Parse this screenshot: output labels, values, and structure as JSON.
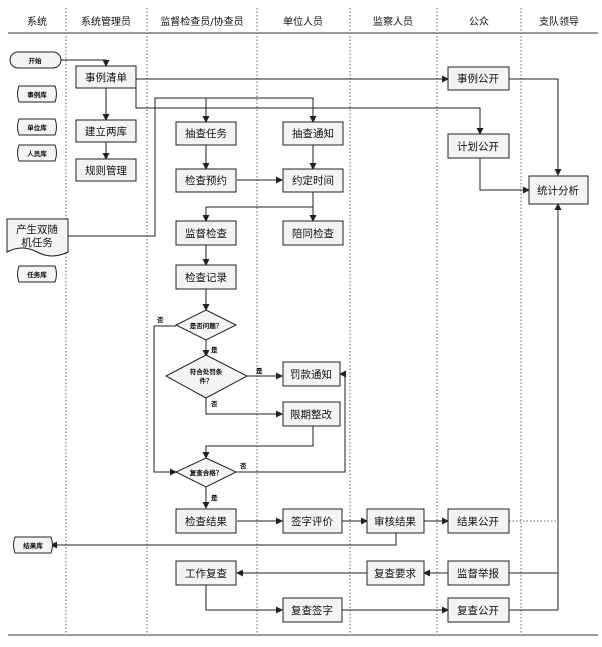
{
  "lanes": [
    "系统",
    "系统管理员",
    "监督检查员/协查员",
    "单位人员",
    "监察人员",
    "公众",
    "支队领导"
  ],
  "nodes": {
    "start": "开始",
    "case_db": "事例库",
    "unit_db": "单位库",
    "person_db": "人员库",
    "task_db": "任务库",
    "result_db": "结果库",
    "case_list": "事例清单",
    "build_db": "建立两库",
    "rule_mgmt": "规则管理",
    "gen_task": [
      "产生双随",
      "机任务"
    ],
    "case_public": "事例公开",
    "plan_public": "计划公开",
    "stats": "统计分析",
    "spot_task": "抽查任务",
    "spot_notice": "抽查通知",
    "inspect_appt": "检查预约",
    "agree_time": "约定时间",
    "supervise_check": "监督检查",
    "accompany_check": "陪同检查",
    "check_record": "检查记录",
    "q_problem": "是否问题？",
    "q_penalty": [
      "符合处罚条",
      "件？"
    ],
    "penalty_notice": "罚款通知",
    "rectify": "限期整改",
    "q_review": "复查合格？",
    "check_result": "检查结果",
    "sign_eval": "签字评价",
    "audit_result": "审核结果",
    "result_public": "结果公开",
    "work_review": "工作复查",
    "review_req": "复查要求",
    "supervise_report": "监督举报",
    "review_sign": "复查签字",
    "review_public": "复查公开"
  },
  "edge_labels": {
    "yes": "是",
    "no": "否"
  }
}
